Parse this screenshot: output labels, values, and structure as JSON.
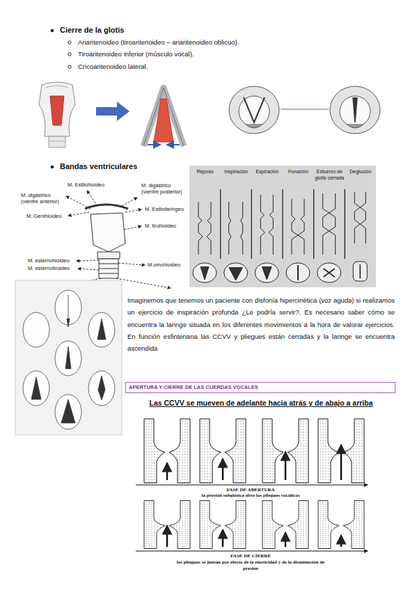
{
  "diagram": {
    "nodes": [
      {
        "text": [
          "APERTURA Y CIERRE DE LAS CUERDAS VOCALES"
        ]
      }
    ],
    "labels": [
      "Cierre de la glotis",
      "Ariaritenoideo (tiroaritenoideo – ariaritenoideo oblicuo).",
      "Tiroaritenoideo inferior (músculo vocal).",
      "Cricoaritenoideo lateral.",
      "Bandas ventriculares",
      "M. Estilohioideo",
      "M. digástrico (vientre anterior)",
      "M. Genihioideo",
      "M. digástrico (vientre posterior)",
      "M. Estilofaringeo",
      "M. tirohioideo",
      "M. esternohioideo",
      "M. esternotiroideo",
      "M.omohioideo",
      "Reposo",
      "Inspiración",
      "Espiración",
      "Fonación",
      "Esfuerzo de glotis cerrada",
      "Deglución",
      "Imaginemos que tenemos un paciente con disfonía hipercinética (voz aguda) si realizamos un ejercicio de inspiración profunda ¿Le podría servir?. Es necesario saber cómo se encuentra la laringe situada en los diferentes movimientos a la hora de valorar ejercicios. En función esfinteriana las CCVV y pliegues están cerradas y la laringe se encuentra ascendida",
      "Las CCVV se mueven de adelante hacia atrás y de abajo a arriba",
      "FASE DE ABERTURA",
      "la presión subglótica abre los pliegues vocálicos",
      "FASE DE CIERRE",
      "los pliegues se juntan por efecto de la elasticidad y de la disminución de presión"
    ]
  }
}
